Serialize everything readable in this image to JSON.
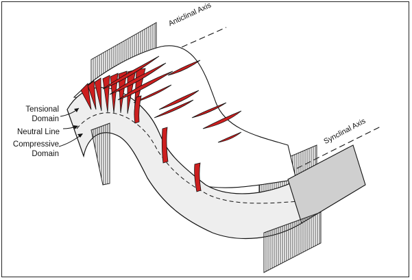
{
  "labels": {
    "anticlinal_axis": "Anticlinal Axis",
    "synclinal_axis": "Synclinal Axis",
    "tensional_domain": [
      "Tensional",
      "Domain"
    ],
    "neutral_line": "Neutral Line",
    "compressive_domain": [
      "Compressive",
      "Domain"
    ]
  },
  "colors": {
    "fracture": "#cc1f1f",
    "layer_fill": "#eeeeee",
    "end_face": "#cfcfcf",
    "line": "#111111"
  },
  "icons": {
    "arrow": "curved-arrow-icon"
  }
}
